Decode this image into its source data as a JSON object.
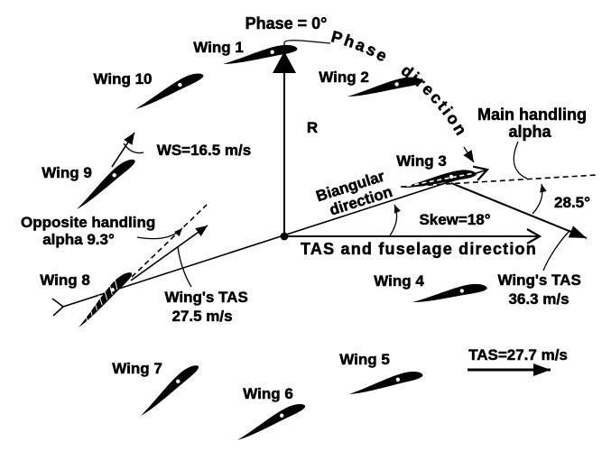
{
  "figure": {
    "background_color": "#ffffff",
    "ink_color": "#000000",
    "axes": {
      "phase_zero": "Phase = 0°",
      "radius": "R",
      "phase_direction": "Phase direction",
      "tas_fuselage": "TAS and fuselage direction",
      "biangular_line1": "Biangular",
      "biangular_line2": "direction",
      "skew": "Skew=18°"
    },
    "angles": {
      "main_handling_line1": "Main handling",
      "main_handling_line2": "alpha",
      "main_handling_value": "28.5°",
      "opposite_handling_line1": "Opposite handling",
      "opposite_handling_line2": "alpha 9.3°"
    },
    "speeds": {
      "ws": "WS=16.5 m/s",
      "tas": "TAS=27.7 m/s",
      "wing_tas_left_line1": "Wing's TAS",
      "wing_tas_left_line2": "27.5 m/s",
      "wing_tas_right_line1": "Wing's TAS",
      "wing_tas_right_line2": "36.3 m/s"
    },
    "wings": [
      {
        "label": "Wing 1"
      },
      {
        "label": "Wing 2"
      },
      {
        "label": "Wing 3"
      },
      {
        "label": "Wing 4"
      },
      {
        "label": "Wing 5"
      },
      {
        "label": "Wing 6"
      },
      {
        "label": "Wing 7"
      },
      {
        "label": "Wing 8"
      },
      {
        "label": "Wing 9"
      },
      {
        "label": "Wing 10"
      }
    ]
  }
}
